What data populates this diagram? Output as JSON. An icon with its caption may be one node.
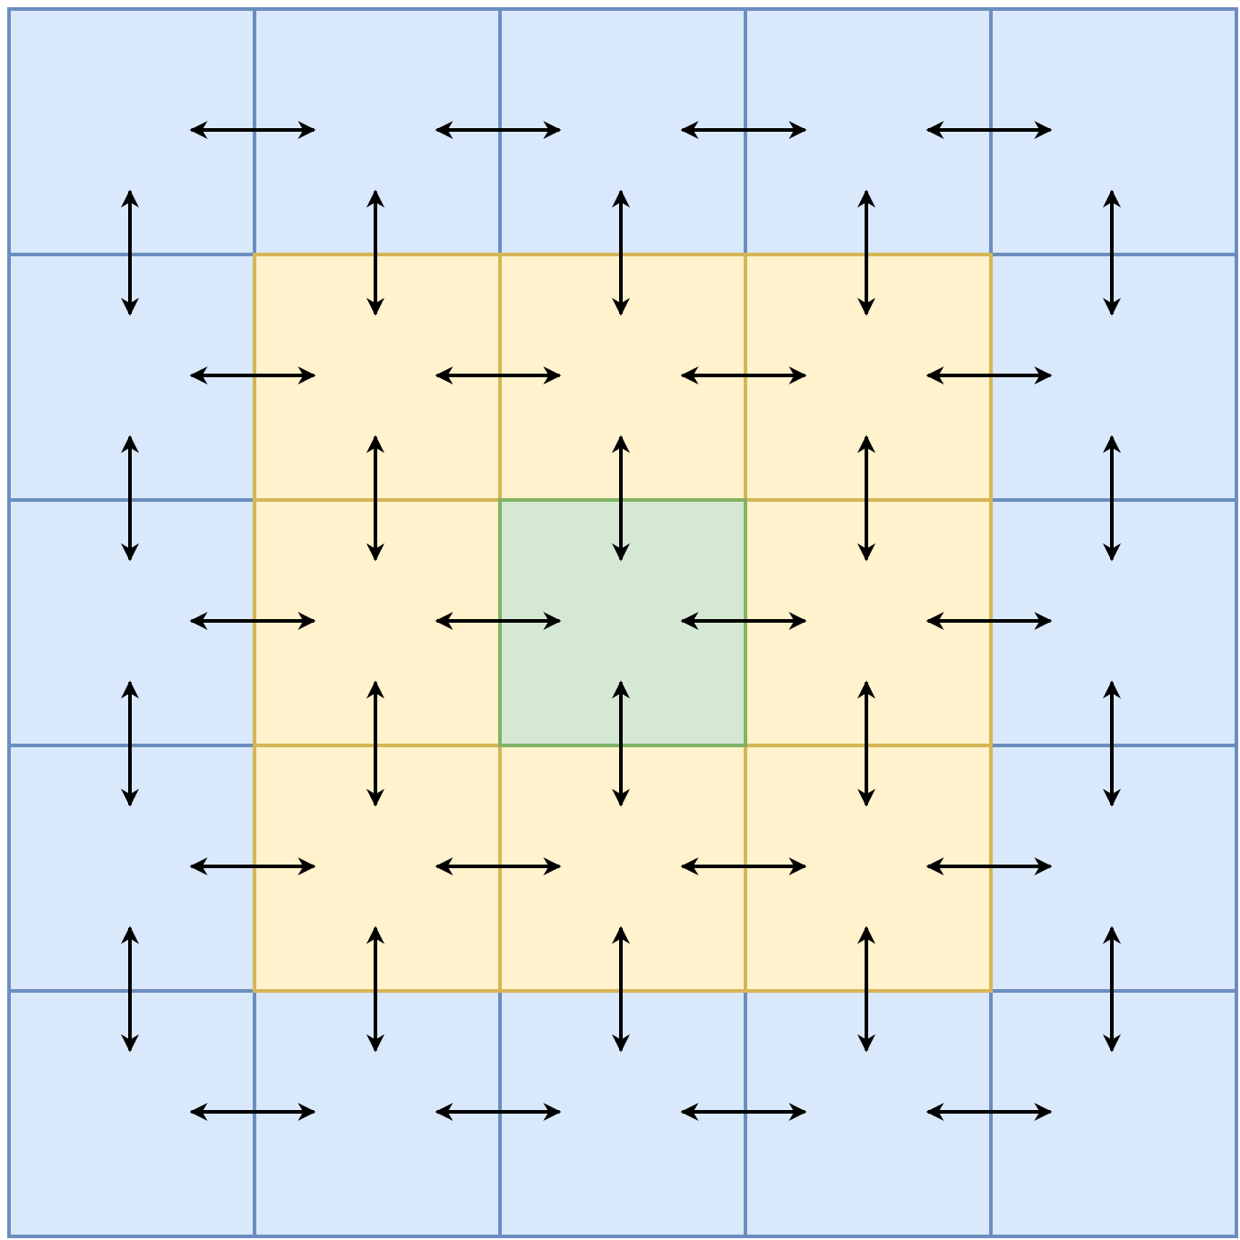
{
  "diagram": {
    "nodes": [
      {
        "text": [],
        "shape": "box"
      },
      {
        "text": [],
        "shape": "box"
      },
      {
        "text": [],
        "shape": "box"
      },
      {
        "text": [],
        "shape": "box"
      },
      {
        "text": [],
        "shape": "box"
      },
      {
        "text": [],
        "shape": "box"
      },
      {
        "text": [],
        "shape": "box"
      },
      {
        "text": [],
        "shape": "box"
      },
      {
        "text": [],
        "shape": "box"
      },
      {
        "text": [],
        "shape": "box"
      },
      {
        "text": [],
        "shape": "box"
      },
      {
        "text": [],
        "shape": "box"
      },
      {
        "text": [],
        "shape": "box"
      },
      {
        "text": [],
        "shape": "box"
      },
      {
        "text": [],
        "shape": "box"
      },
      {
        "text": [],
        "shape": "box"
      },
      {
        "text": [],
        "shape": "box"
      },
      {
        "text": [],
        "shape": "box"
      },
      {
        "text": [],
        "shape": "box"
      },
      {
        "text": [],
        "shape": "box"
      },
      {
        "text": [],
        "shape": "box"
      },
      {
        "text": [],
        "shape": "box"
      },
      {
        "text": [],
        "shape": "box"
      },
      {
        "text": [],
        "shape": "box"
      },
      {
        "text": [],
        "shape": "box"
      }
    ],
    "edges": [
      {
        "from": 0,
        "to": 1,
        "arrow": "both"
      },
      {
        "from": 1,
        "to": 2,
        "arrow": "both"
      },
      {
        "from": 2,
        "to": 3,
        "arrow": "both"
      },
      {
        "from": 3,
        "to": 4,
        "arrow": "both"
      },
      {
        "from": 0,
        "to": 5,
        "arrow": "both"
      },
      {
        "from": 1,
        "to": 6,
        "arrow": "both"
      },
      {
        "from": 2,
        "to": 7,
        "arrow": "both"
      },
      {
        "from": 3,
        "to": 8,
        "arrow": "both"
      },
      {
        "from": 4,
        "to": 9,
        "arrow": "both"
      },
      {
        "from": 5,
        "to": 6,
        "arrow": "both"
      },
      {
        "from": 6,
        "to": 7,
        "arrow": "both"
      },
      {
        "from": 7,
        "to": 8,
        "arrow": "both"
      },
      {
        "from": 8,
        "to": 9,
        "arrow": "both"
      },
      {
        "from": 5,
        "to": 10,
        "arrow": "both"
      },
      {
        "from": 6,
        "to": 11,
        "arrow": "both"
      },
      {
        "from": 7,
        "to": 12,
        "arrow": "both"
      },
      {
        "from": 8,
        "to": 13,
        "arrow": "both"
      },
      {
        "from": 9,
        "to": 14,
        "arrow": "both"
      },
      {
        "from": 10,
        "to": 11,
        "arrow": "both"
      },
      {
        "from": 11,
        "to": 12,
        "arrow": "both"
      },
      {
        "from": 12,
        "to": 13,
        "arrow": "both"
      },
      {
        "from": 13,
        "to": 14,
        "arrow": "both"
      },
      {
        "from": 10,
        "to": 15,
        "arrow": "both"
      },
      {
        "from": 11,
        "to": 16,
        "arrow": "both"
      },
      {
        "from": 12,
        "to": 17,
        "arrow": "both"
      },
      {
        "from": 13,
        "to": 18,
        "arrow": "both"
      },
      {
        "from": 14,
        "to": 19,
        "arrow": "both"
      },
      {
        "from": 15,
        "to": 16,
        "arrow": "both"
      },
      {
        "from": 16,
        "to": 17,
        "arrow": "both"
      },
      {
        "from": 17,
        "to": 18,
        "arrow": "both"
      },
      {
        "from": 18,
        "to": 19,
        "arrow": "both"
      },
      {
        "from": 15,
        "to": 20,
        "arrow": "both"
      },
      {
        "from": 16,
        "to": 21,
        "arrow": "both"
      },
      {
        "from": 17,
        "to": 22,
        "arrow": "both"
      },
      {
        "from": 18,
        "to": 23,
        "arrow": "both"
      },
      {
        "from": 19,
        "to": 24,
        "arrow": "both"
      },
      {
        "from": 20,
        "to": 21,
        "arrow": "both"
      },
      {
        "from": 21,
        "to": 22,
        "arrow": "both"
      },
      {
        "from": 22,
        "to": 23,
        "arrow": "both"
      },
      {
        "from": 23,
        "to": 24,
        "arrow": "both"
      }
    ]
  }
}
